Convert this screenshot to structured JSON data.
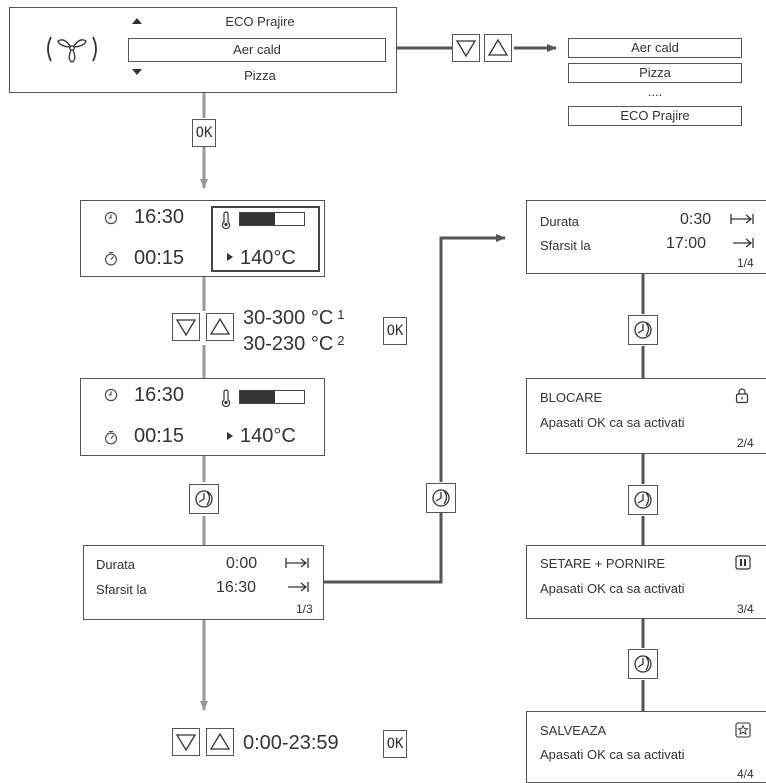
{
  "mode_menu": {
    "above": "ECO Prajire",
    "selected": "Aer cald",
    "below": "Pizza"
  },
  "mode_list": [
    "Aer cald",
    "Pizza",
    "....",
    "ECO Prajire"
  ],
  "ok_label": "OK",
  "display1": {
    "clock": "16:30",
    "timer": "00:15",
    "temperature": "140°C",
    "heat_level": 0.55
  },
  "display2": {
    "clock": "16:30",
    "timer": "00:15",
    "temperature": "140°C",
    "heat_level": 0.55
  },
  "temp_range": {
    "range1": "30-300 °C",
    "note1": "1",
    "range2": "30-230 °C",
    "note2": "2"
  },
  "timer_screen": {
    "duration_label": "Durata",
    "duration_value": "0:00",
    "end_label": "Sfarsit la",
    "end_value": "16:30",
    "page": "1/3"
  },
  "time_range": "0:00-23:59",
  "right_screens": [
    {
      "label1": "Durata",
      "value1": "0:30",
      "label2": "Sfarsit la",
      "value2": "17:00",
      "page": "1/4"
    },
    {
      "title": "BLOCARE",
      "text": "Apasati OK ca sa activati",
      "page": "2/4",
      "icon": "lock-icon"
    },
    {
      "title": "SETARE + PORNIRE",
      "text": "Apasati OK ca sa activati",
      "page": "3/4",
      "icon": "pause-icon"
    },
    {
      "title": "SALVEAZA",
      "text": "Apasati OK ca sa activati",
      "page": "4/4",
      "icon": "star-icon"
    }
  ],
  "colors": {
    "connector": "#666666",
    "arrow_light": "#999999",
    "border": "#555555",
    "bar": "#333333"
  }
}
